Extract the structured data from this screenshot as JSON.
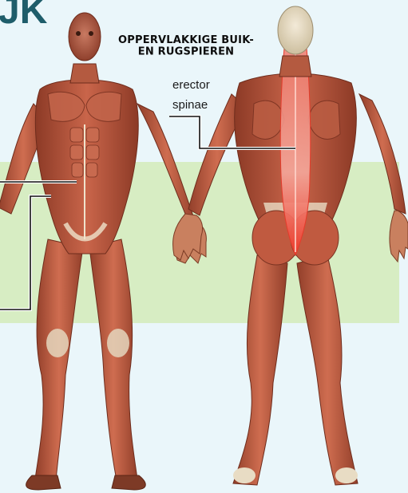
{
  "brand": {
    "text": "JK"
  },
  "heading": {
    "line1": "OPPERVLAKKIGE BUIK-",
    "line2": "EN RUGSPIEREN"
  },
  "label_erector": {
    "line1": "erector",
    "line2": "spinae"
  },
  "colors": {
    "background": "#eaf6fa",
    "band": "#d7edc3",
    "muscle": "#b8573e",
    "muscle_dark": "#8c3a26",
    "tendon": "#e8dcc8",
    "highlight": "#f24a3a",
    "brand": "#1e5d6a"
  }
}
